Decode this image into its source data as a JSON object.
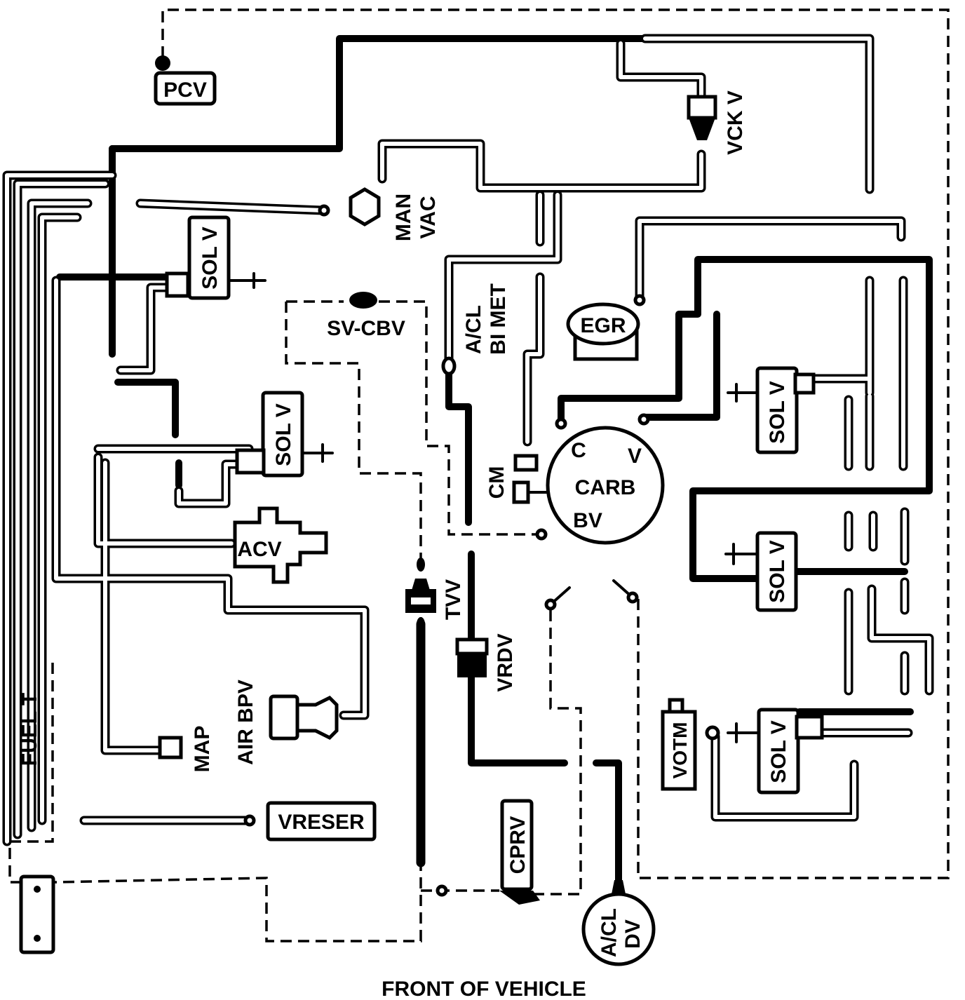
{
  "labels": {
    "pcv": "PCV",
    "vckv": "VCK V",
    "man_vac": [
      "MAN",
      "VAC"
    ],
    "sol_v_1": "SOL V",
    "sol_v_2": "SOL V",
    "sol_v_3": "SOL V",
    "sol_v_4": "SOL V",
    "sol_v_5": "SOL V",
    "sv_cbv": "SV-CBV",
    "acl_bimet": [
      "A/CL",
      "BI MET"
    ],
    "egr": "EGR",
    "carb": "CARB",
    "carb_c": "C",
    "carb_v": "V",
    "carb_bv": "BV",
    "cm": "CM",
    "acv": "ACV",
    "tvv": "TVV",
    "vrdv": "VRDV",
    "air_bpv": "AIR BPV",
    "map": "MAP",
    "fuel_t": "FUEL T",
    "vreser": "VRESER",
    "cprv": "CPRV",
    "votm": "VOTM",
    "acl_dv": [
      "A/CL",
      "DV"
    ],
    "front": "FRONT OF VEHICLE"
  }
}
